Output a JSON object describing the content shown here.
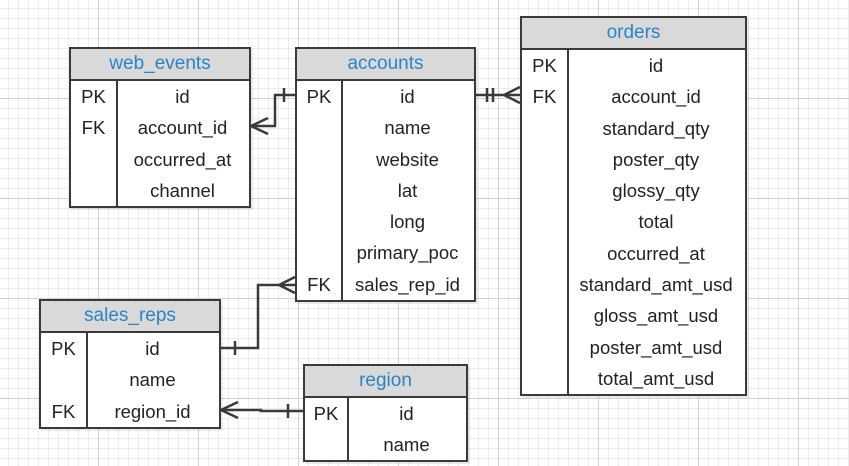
{
  "tables": {
    "web_events": {
      "title": "web_events",
      "rows": [
        {
          "key": "PK",
          "field": "id"
        },
        {
          "key": "FK",
          "field": "account_id"
        },
        {
          "key": "",
          "field": "occurred_at"
        },
        {
          "key": "",
          "field": "channel"
        }
      ]
    },
    "accounts": {
      "title": "accounts",
      "rows": [
        {
          "key": "PK",
          "field": "id"
        },
        {
          "key": "",
          "field": "name"
        },
        {
          "key": "",
          "field": "website"
        },
        {
          "key": "",
          "field": "lat"
        },
        {
          "key": "",
          "field": "long"
        },
        {
          "key": "",
          "field": "primary_poc"
        },
        {
          "key": "FK",
          "field": "sales_rep_id"
        }
      ]
    },
    "orders": {
      "title": "orders",
      "rows": [
        {
          "key": "PK",
          "field": "id"
        },
        {
          "key": "FK",
          "field": "account_id"
        },
        {
          "key": "",
          "field": "standard_qty"
        },
        {
          "key": "",
          "field": "poster_qty"
        },
        {
          "key": "",
          "field": "glossy_qty"
        },
        {
          "key": "",
          "field": "total"
        },
        {
          "key": "",
          "field": "occurred_at"
        },
        {
          "key": "",
          "field": "standard_amt_usd"
        },
        {
          "key": "",
          "field": "gloss_amt_usd"
        },
        {
          "key": "",
          "field": "poster_amt_usd"
        },
        {
          "key": "",
          "field": "total_amt_usd"
        }
      ]
    },
    "sales_reps": {
      "title": "sales_reps",
      "rows": [
        {
          "key": "PK",
          "field": "id"
        },
        {
          "key": "",
          "field": "name"
        },
        {
          "key": "FK",
          "field": "region_id"
        }
      ]
    },
    "region": {
      "title": "region",
      "rows": [
        {
          "key": "PK",
          "field": "id"
        },
        {
          "key": "",
          "field": "name"
        }
      ]
    }
  },
  "colors": {
    "header_text": "#2c84c6",
    "header_bg": "#d9d9d9",
    "border": "#3a3a3a",
    "connector": "#3a3a3a"
  },
  "relationships": [
    {
      "from": "web_events.account_id",
      "to": "accounts.id",
      "cardinality": "many-to-one"
    },
    {
      "from": "orders.account_id",
      "to": "accounts.id",
      "cardinality": "many-to-one"
    },
    {
      "from": "accounts.sales_rep_id",
      "to": "sales_reps.id",
      "cardinality": "many-to-one"
    },
    {
      "from": "sales_reps.region_id",
      "to": "region.id",
      "cardinality": "many-to-one"
    }
  ]
}
